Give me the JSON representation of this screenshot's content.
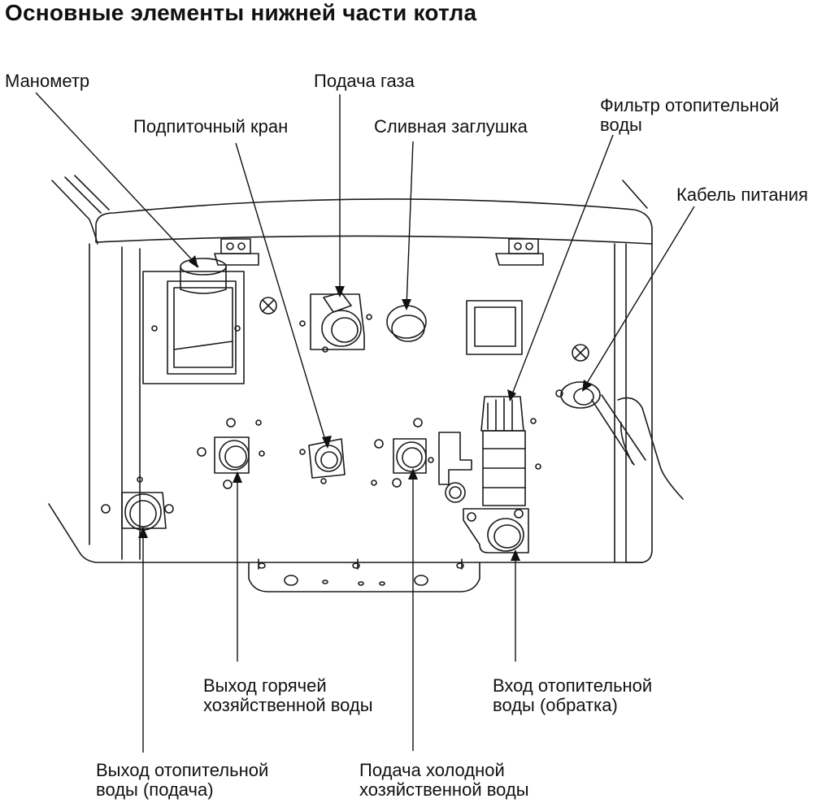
{
  "title": "Основные элементы нижней части котла",
  "labels": {
    "manometer": "Манометр",
    "gas_supply": "Подача газа",
    "fill_valve": "Подпиточный кран",
    "drain_plug": "Сливная заглушка",
    "heating_water_filter": [
      "Фильтр отопительной",
      "воды"
    ],
    "power_cable": "Кабель питания",
    "hot_water_outlet": [
      "Выход горячей",
      "хозяйственной воды"
    ],
    "heating_return_inlet": [
      "Вход отопительной",
      "воды (обратка)"
    ],
    "heating_supply_outlet": [
      "Выход отопительной",
      "воды (подача)"
    ],
    "cold_water_inlet": [
      "Подача холодной",
      "хозяйственной воды"
    ]
  }
}
